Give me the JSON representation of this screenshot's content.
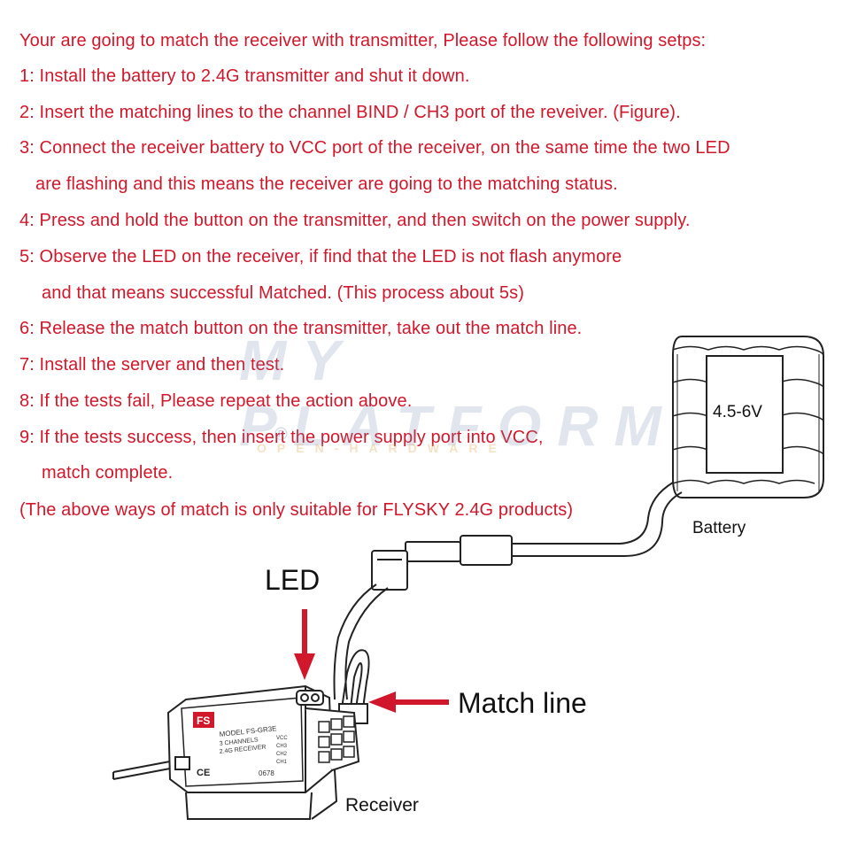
{
  "instructions": {
    "lines": [
      "Your are going to match the receiver with transmitter, Please follow the following setps:",
      "1: Install the battery to 2.4G transmitter and shut it down.",
      "2: Insert the matching lines to the channel BIND / CH3 port of the reveiver. (Figure).",
      "3: Connect the receiver battery to VCC port of the receiver, on the same time the two LED",
      "are flashing and this means the receiver are going to the matching status.",
      "4: Press and hold the button on the transmitter, and then switch on the power supply.",
      "5: Observe the LED on the receiver, if find that the LED is not flash anymore",
      "and that means successful Matched. (This process about 5s)",
      "6: Release the match button on the transmitter, take out the match line.",
      "7: Install the server and then test.",
      "8: If the tests fail, Please repeat the action above.",
      "9: If the tests success, then insert the power supply port into VCC,",
      "match complete.",
      "(The above ways of match is only suitable for FLYSKY 2.4G products)"
    ]
  },
  "diagram": {
    "battery_voltage": "4.5-6V",
    "battery_label": "Battery",
    "led_label": "LED",
    "match_line_label": "Match line",
    "receiver_label": "Receiver",
    "receiver_markings": {
      "brand": "FS",
      "model": "MODEL FS-GR3E",
      "channels": "3 CHANNELS",
      "band": "2.4G RECEIVER",
      "ports": [
        "VCC",
        "CH3",
        "CH2",
        "CH1"
      ],
      "ce": "CE",
      "cert": "0678"
    },
    "accent_color": "#d1172b"
  },
  "watermark": {
    "text_top": "MY PLATFORM",
    "registered": "®",
    "text_bottom": "OPEN-HARDWARE"
  }
}
